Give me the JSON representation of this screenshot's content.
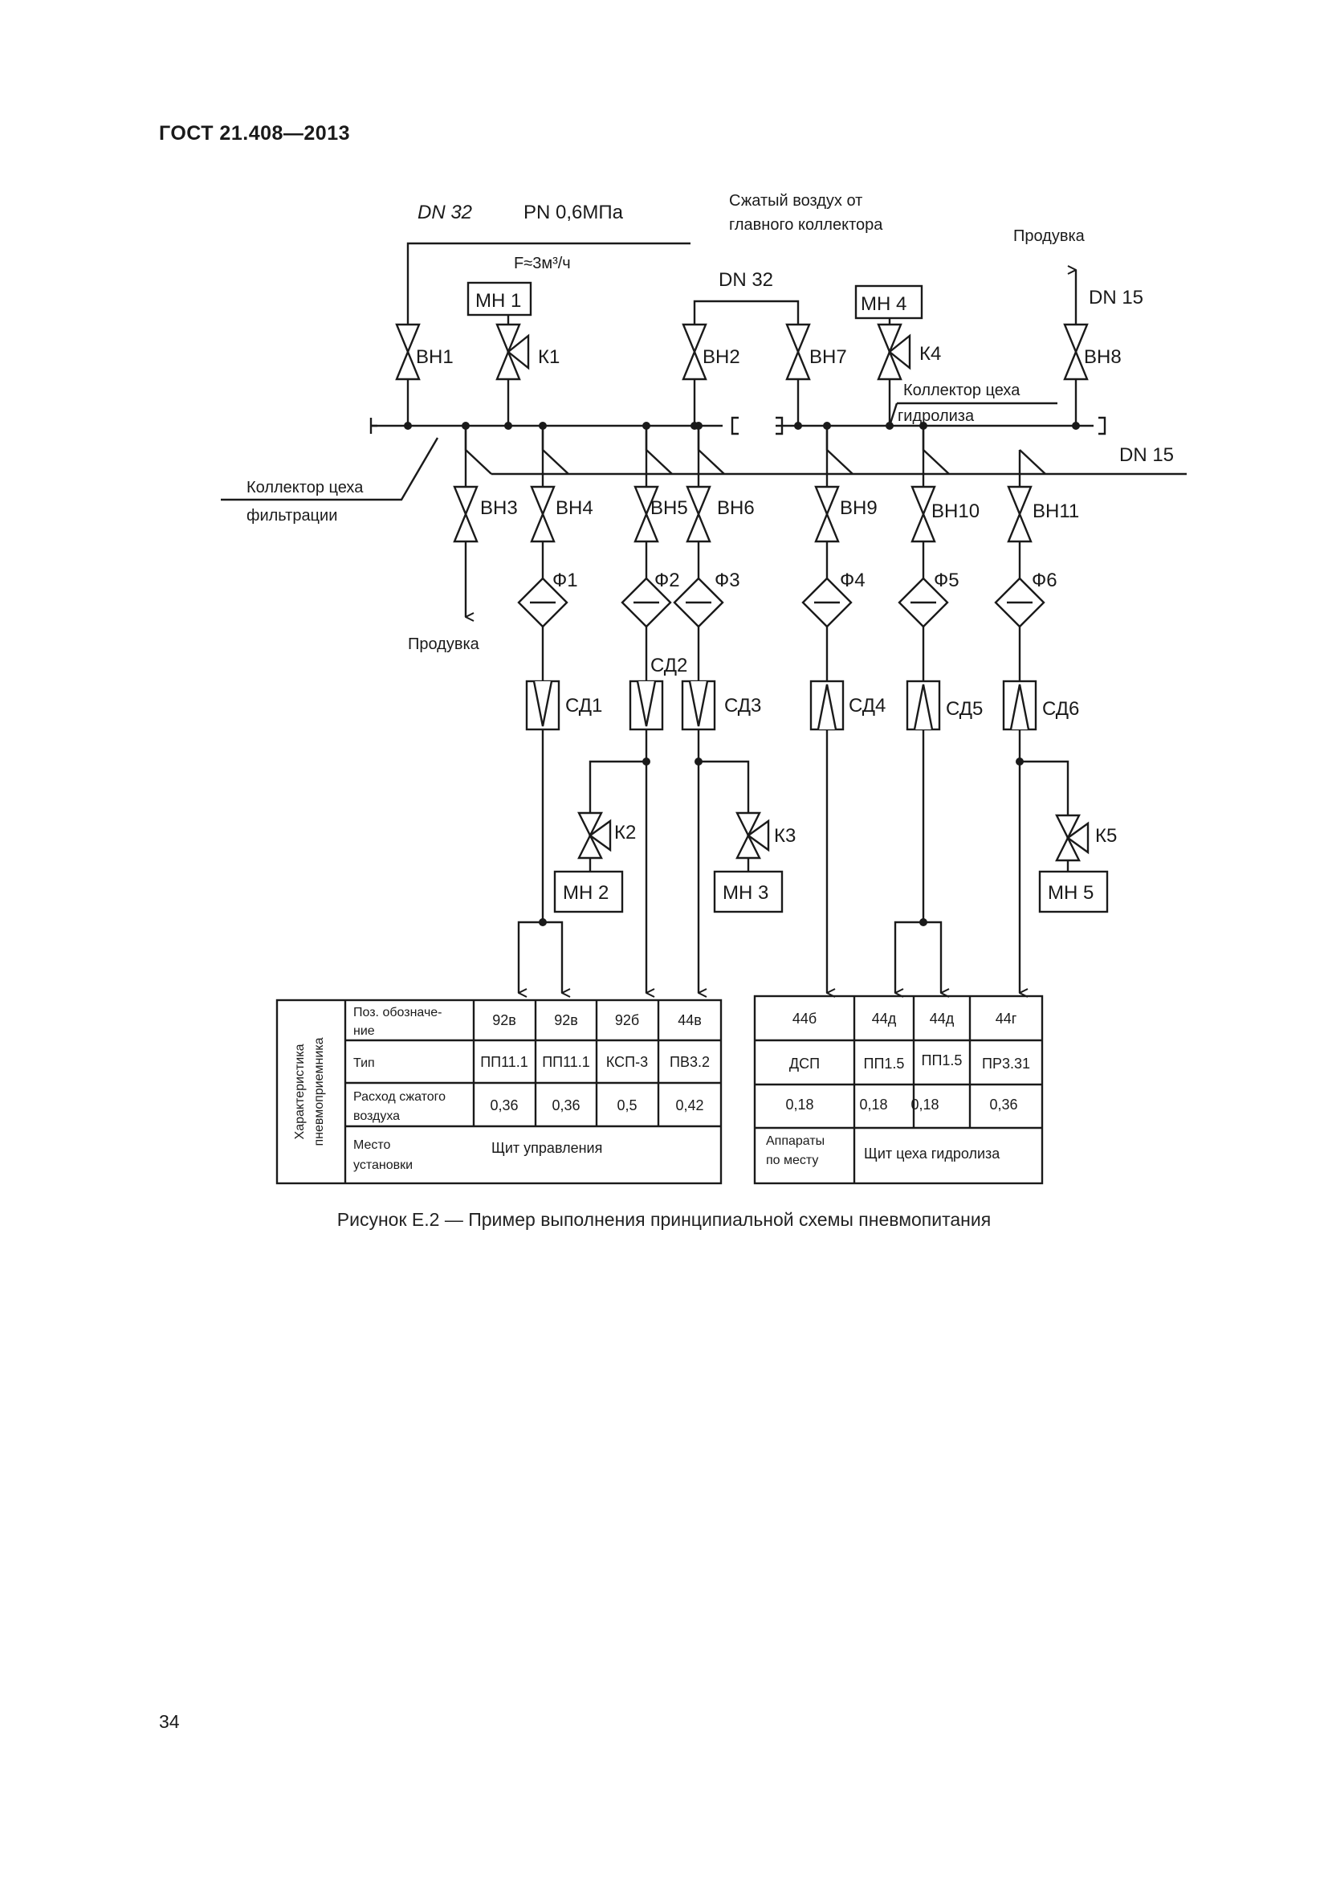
{
  "page": {
    "header": "ГОСТ 21.408—2013",
    "caption": "Рисунок Е.2 — Пример выполнения принципиальной схемы пневмопитания",
    "number": "34"
  },
  "diagram": {
    "top_labels": {
      "dn32_main": "DN 32",
      "pn": "PN 0,6МПа",
      "flow": "F≈3м³/ч",
      "dn32_bridge": "DN 32",
      "dn15_top": "DN 15",
      "dn15_right": "DN 15"
    },
    "source": {
      "line1": "Сжатый воздух от",
      "line2": "главного коллектора"
    },
    "purge_top": "Продувка",
    "purge_left": "Продувка",
    "collector_filtration": {
      "line1": "Коллектор цеха",
      "line2": "фильтрации"
    },
    "collector_hydrolysis": {
      "line1": "Коллектор цеха",
      "line2": "гидролиза"
    },
    "valves": [
      "ВН1",
      "ВН2",
      "ВН7",
      "ВН8",
      "ВН3",
      "ВН4",
      "ВН5",
      "ВН6",
      "ВН9",
      "ВН10",
      "ВН11"
    ],
    "gauge_valves": [
      "К1",
      "К4",
      "К2",
      "К3",
      "К5"
    ],
    "gauges": [
      "МН 1",
      "МН 4",
      "МН 2",
      "МН 3",
      "МН 5"
    ],
    "filters": [
      "Ф1",
      "Ф2",
      "Ф3",
      "Ф4",
      "Ф5",
      "Ф6"
    ],
    "reducers": [
      "СД1",
      "СД2",
      "СД3",
      "СД4",
      "СД5",
      "СД6"
    ]
  },
  "table_left": {
    "side_header": {
      "line1": "Характеристика",
      "line2": "пневмоприемника"
    },
    "row_labels": [
      {
        "line1": "Поз. обозначе-",
        "line2": "ние"
      },
      {
        "line1": "Тип",
        "line2": ""
      },
      {
        "line1": "Расход сжатого",
        "line2": "воздуха"
      },
      {
        "line1": "Место",
        "line2": "установки"
      }
    ],
    "positions": [
      "92в",
      "92в",
      "92б",
      "44в"
    ],
    "types": [
      "ПП11.1",
      "ПП11.1",
      "КСП-3",
      "ПВ3.2"
    ],
    "flows": [
      "0,36",
      "0,36",
      "0,5",
      "0,42"
    ],
    "location": "Щит управления"
  },
  "table_right": {
    "positions": [
      "44б",
      "44д",
      "44д",
      "44г"
    ],
    "types": [
      "ДСП",
      "ПП1.5",
      "ПП1.5",
      "ПР3.31"
    ],
    "flows": [
      "0,18",
      "0,18",
      "0,18",
      "0,36"
    ],
    "location_label": {
      "line1": "Аппараты",
      "line2": "по месту"
    },
    "location": "Щит цеха гидролиза"
  }
}
